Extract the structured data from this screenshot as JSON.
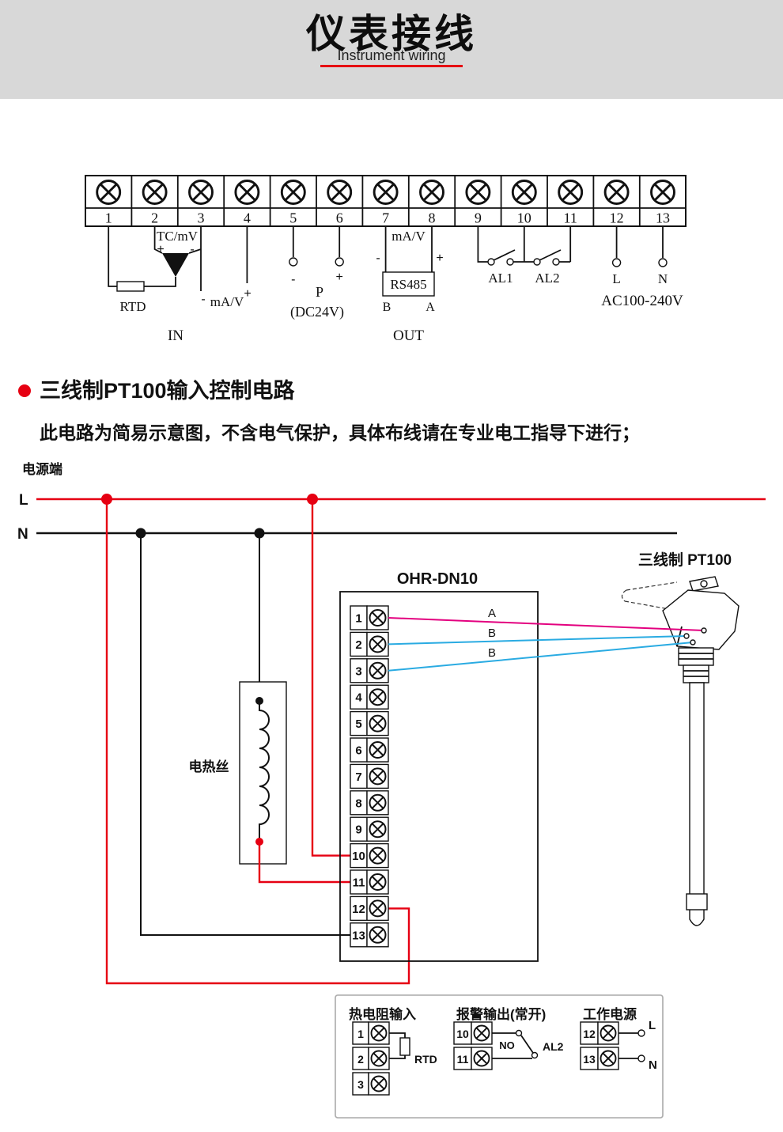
{
  "header": {
    "title": "仪表接线",
    "subtitle": "Instrument wiring"
  },
  "terminal_strip": {
    "numbers": [
      "1",
      "2",
      "3",
      "4",
      "5",
      "6",
      "7",
      "8",
      "9",
      "10",
      "11",
      "12",
      "13"
    ],
    "tc_label": "TC/mV",
    "tc_plus": "+",
    "tc_minus": "-",
    "rtd_label": "RTD",
    "ma_v_in_minus": "-",
    "ma_v_in_label": "mA/V",
    "ma_v_in_plus": "+",
    "in_label": "IN",
    "p_minus": "-",
    "p_plus": "+",
    "p_label": "P",
    "p_voltage": "(DC24V)",
    "ma_v_out_label": "mA/V",
    "ma_v_out_minus": "-",
    "ma_v_out_plus": "+",
    "rs485_label": "RS485",
    "rs485_b": "B",
    "rs485_a": "A",
    "out_label": "OUT",
    "al1_label": "AL1",
    "al2_label": "AL2",
    "l_label": "L",
    "n_label": "N",
    "ac_label": "AC100-240V"
  },
  "section": {
    "title": "三线制PT100输入控制电路",
    "note": "此电路为简易示意图，不含电气保护，具体布线请在专业电工指导下进行；"
  },
  "circuit": {
    "power_label": "电源端",
    "l_label": "L",
    "n_label": "N",
    "heater_label": "电热丝",
    "device_label": "OHR-DN10",
    "sensor_label": "三线制 PT100",
    "wire_a": "A",
    "wire_b1": "B",
    "wire_b2": "B",
    "terminal_numbers": [
      "1",
      "2",
      "3",
      "4",
      "5",
      "6",
      "7",
      "8",
      "9",
      "10",
      "11",
      "12",
      "13"
    ]
  },
  "legend": {
    "rtd": {
      "title": "热电阻输入",
      "terminals": [
        "1",
        "2",
        "3"
      ],
      "rtd_label": "RTD"
    },
    "alarm": {
      "title": "报警输出(常开)",
      "terminals": [
        "10",
        "11"
      ],
      "no_label": "NO",
      "al2_label": "AL2"
    },
    "power": {
      "title": "工作电源",
      "terminals": [
        "12",
        "13"
      ],
      "l_label": "L",
      "n_label": "N"
    }
  },
  "colors": {
    "accent_red": "#e60012",
    "wire_magenta": "#e3007f",
    "wire_cyan": "#2aabe2",
    "header_bg": "#d8d8d8"
  }
}
